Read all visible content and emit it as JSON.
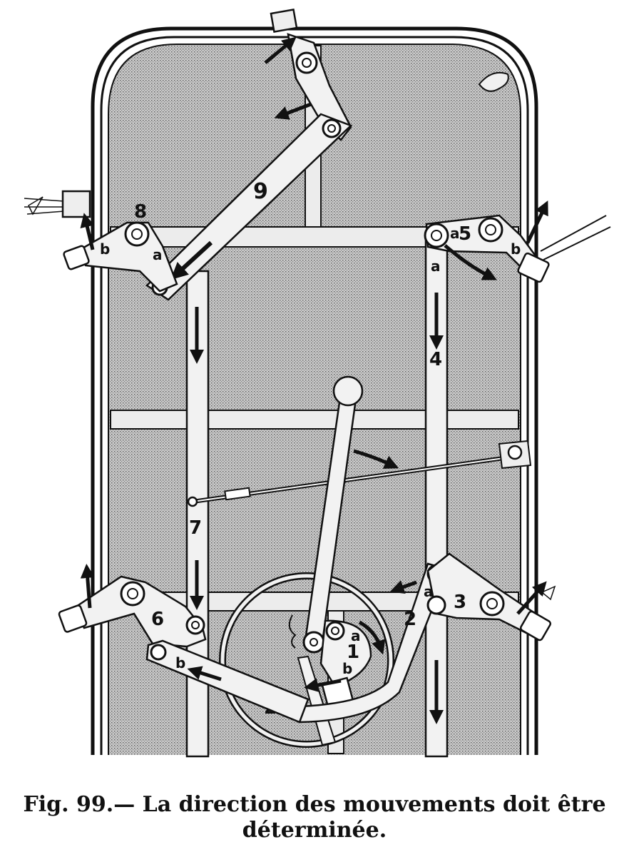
{
  "caption": {
    "line1": "Fig. 99.— La direction des mouvements doit être",
    "line2": "déterminée."
  },
  "labels": {
    "lever_9": "9",
    "lever_8": "8",
    "lever_8_a": "a",
    "lever_8_b": "b",
    "lever_5_a": "a",
    "lever_5_num": "5",
    "lever_5_b": "b",
    "bar_4_a": "a",
    "bar_4": "4",
    "bar_7": "7",
    "lever_6": "6",
    "lever_6_b": "b",
    "lever_3": "3",
    "lever_3_a": "a",
    "lever_2_right": "2",
    "lever_2_bottom": "2",
    "cam_1": "1",
    "cam_1_a": "a",
    "cam_1_b": "b"
  },
  "colors": {
    "ink": "#111111",
    "panel_fill": "#b7b7b7",
    "part_fill": "#eeeeee",
    "background": "#ffffff"
  }
}
